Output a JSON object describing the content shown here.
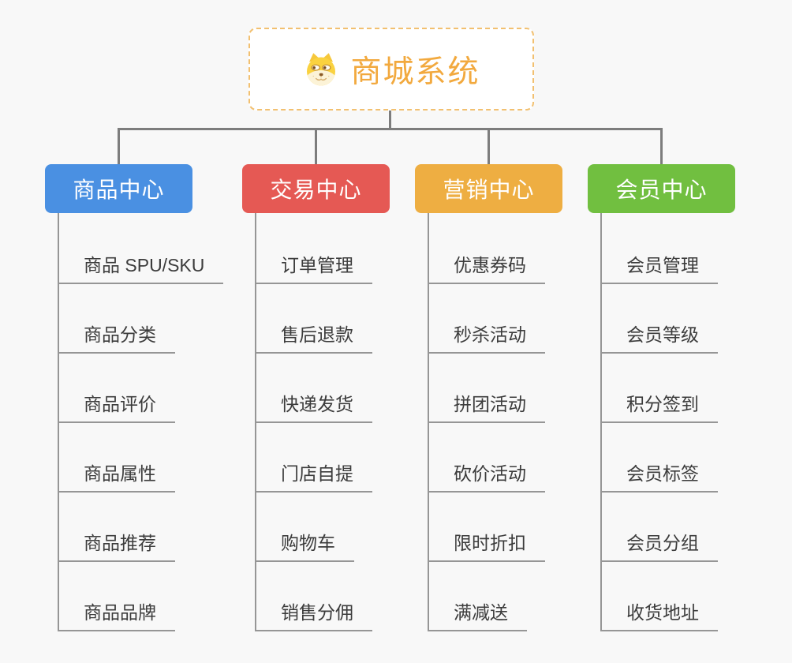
{
  "root": {
    "title": "商城系统",
    "icon": "doge-icon"
  },
  "branches": [
    {
      "id": "product-center",
      "label": "商品中心",
      "color": "#4A90E2",
      "children": [
        "商品 SPU/SKU",
        "商品分类",
        "商品评价",
        "商品属性",
        "商品推荐",
        "商品品牌"
      ]
    },
    {
      "id": "trade-center",
      "label": "交易中心",
      "color": "#E55954",
      "children": [
        "订单管理",
        "售后退款",
        "快递发货",
        "门店自提",
        "购物车",
        "销售分佣"
      ]
    },
    {
      "id": "marketing-center",
      "label": "营销中心",
      "color": "#EEAE42",
      "children": [
        "优惠券码",
        "秒杀活动",
        "拼团活动",
        "砍价活动",
        "限时折扣",
        "满减送"
      ]
    },
    {
      "id": "member-center",
      "label": "会员中心",
      "color": "#71BF40",
      "children": [
        "会员管理",
        "会员等级",
        "积分签到",
        "会员标签",
        "会员分组",
        "收货地址"
      ]
    }
  ],
  "palette": {
    "background": "#F8F8F8",
    "connector_primary": "#7D7D7D",
    "connector_secondary": "#969696",
    "root_border": "#F2C070",
    "root_text": "#F2A93E",
    "child_text": "#3C3C3C"
  }
}
